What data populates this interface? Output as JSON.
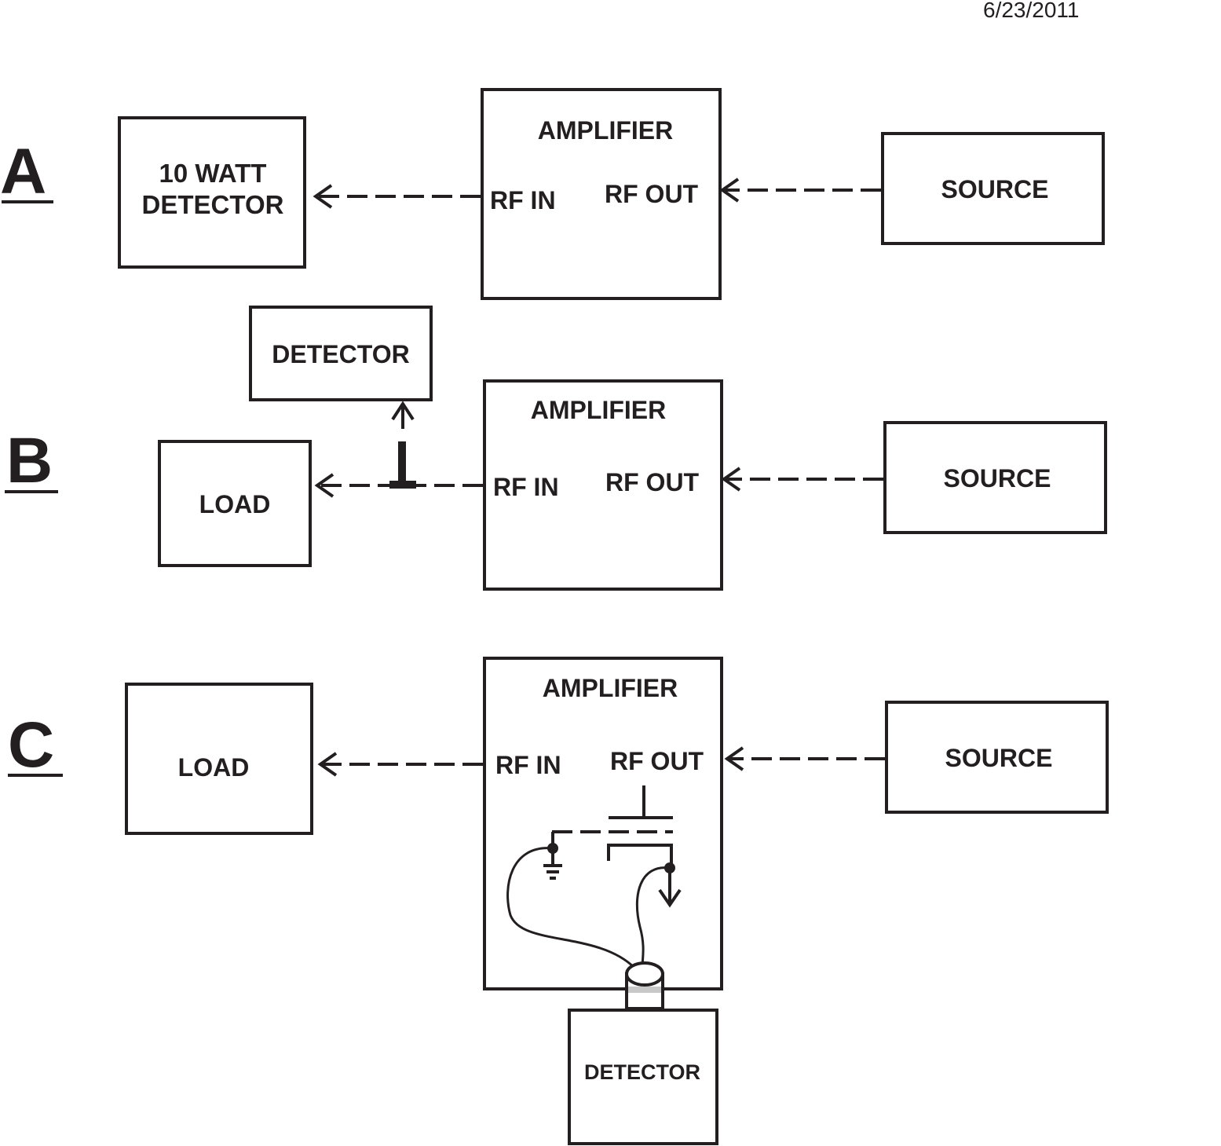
{
  "date": "6/23/2011",
  "section_a": {
    "letter": "A",
    "detector_line1": "10 WATT",
    "detector_line2": "DETECTOR",
    "amplifier": "AMPLIFIER",
    "rf_in": "RF IN",
    "rf_out": "RF OUT",
    "source": "SOURCE"
  },
  "section_b": {
    "letter": "B",
    "detector": "DETECTOR",
    "load": "LOAD",
    "amplifier": "AMPLIFIER",
    "rf_in": "RF IN",
    "rf_out": "RF OUT",
    "source": "SOURCE"
  },
  "section_c": {
    "letter": "C",
    "load": "LOAD",
    "amplifier": "AMPLIFIER",
    "rf_in": "RF IN",
    "rf_out": "RF OUT",
    "source": "SOURCE",
    "detector": "DETECTOR"
  }
}
